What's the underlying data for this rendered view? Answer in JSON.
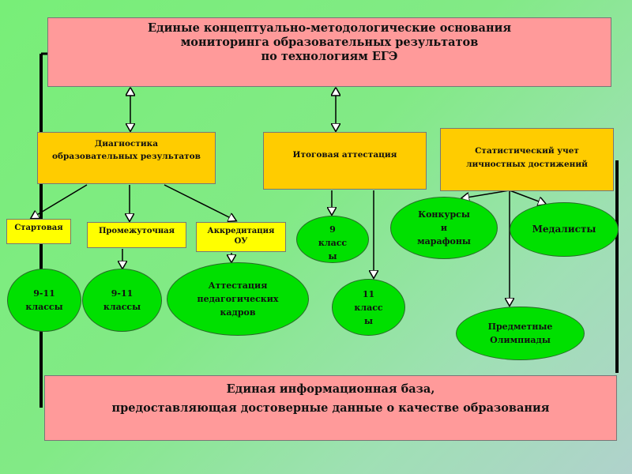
{
  "header": {
    "lines": [
      "Единые концептуально-методологические основания",
      "мониторинга образовательных результатов",
      "по технологиям ЕГЭ"
    ]
  },
  "branches": {
    "diagnostics": {
      "lines": [
        "Диагностика",
        "образовательных результатов"
      ]
    },
    "final_attestation": {
      "label": "Итоговая аттестация"
    },
    "statistics": {
      "lines": [
        "Статистический учет",
        "личностных достижений"
      ]
    }
  },
  "sub": {
    "start": "Стартовая",
    "intermediate": "Промежуточная",
    "accreditation": [
      "Аккредитация",
      "ОУ"
    ]
  },
  "ellipses": {
    "grades_start": [
      "9-11",
      "классы"
    ],
    "grades_intermediate": [
      "9-11",
      "классы"
    ],
    "staff_attestation": [
      "Аттестация",
      "педагогических",
      "кадров"
    ],
    "grade9": [
      "9",
      "класс",
      "ы"
    ],
    "grade11": [
      "11",
      "класс",
      "ы"
    ],
    "contests": [
      "Конкурсы",
      "и",
      "марафоны"
    ],
    "medalists": "Медалисты",
    "olympiads": [
      "Предметные",
      "Олимпиады"
    ]
  },
  "footer": {
    "lines": [
      "Единая информационная база,",
      "предоставляющая достоверные данные о качестве образования"
    ]
  }
}
